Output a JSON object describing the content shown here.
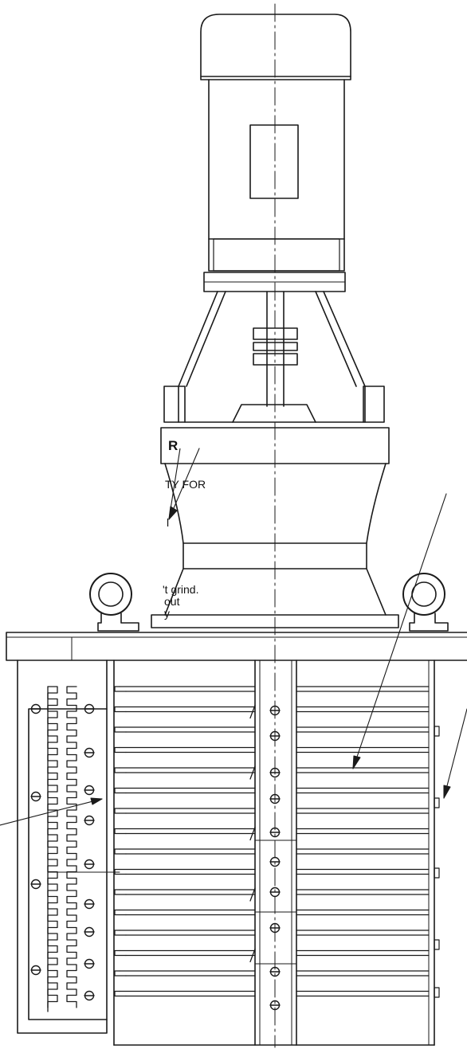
{
  "labels": {
    "r": "R",
    "ty_for": "TY FOR",
    "l": "l",
    "grind": "'t grind.",
    "out": "out",
    "y": "y"
  },
  "colors": {
    "ink": "#1a1a1a",
    "paper": "#ffffff"
  }
}
